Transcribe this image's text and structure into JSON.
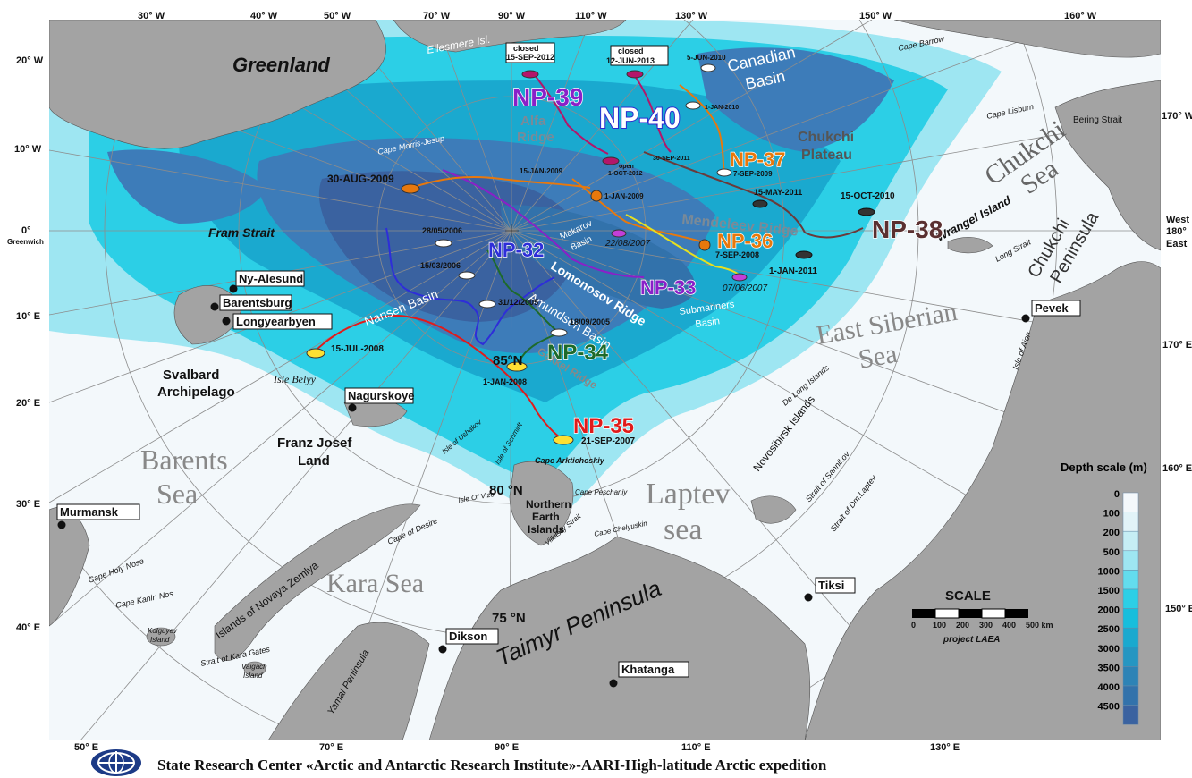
{
  "edge_labels": {
    "top": [
      "30° W",
      "40° W",
      "50° W",
      "70° W",
      "90° W",
      "110° W",
      "130° W",
      "150° W",
      "160° W"
    ],
    "left": [
      "20° W",
      "10° W",
      "0°",
      "Greenwich",
      "10° E",
      "20° E",
      "30° E",
      "40° E"
    ],
    "right": [
      "170° W",
      "West",
      "180°",
      "East",
      "170° E",
      "160° E",
      "150° E"
    ],
    "bottom": [
      "50° E",
      "70° E",
      "90° E",
      "110° E",
      "130° E"
    ]
  },
  "regions": {
    "greenland": "Greenland",
    "ellesmere": "Ellesmere Isl.",
    "canadian_basin_1": "Canadian",
    "canadian_basin_2": "Basin",
    "chukchi_plateau_1": "Chukchi",
    "chukchi_plateau_2": "Plateau",
    "chukchi_sea_1": "Chukchi",
    "chukchi_sea_2": "Sea",
    "chukchi_peninsula_1": "Chukchi",
    "chukchi_peninsula_2": "Peninsula",
    "alfa_ridge_1": "Alfa",
    "alfa_ridge_2": "Ridge",
    "mendeleev_ridge": "Mendeleev Ridge",
    "lomonosov_ridge": "Lomonosov Ridge",
    "amundsen_basin": "Amundsen Basin",
    "nansen_basin": "Nansen Basin",
    "gakkel_ridge": "Gakkel Ridge",
    "makarov_basin_1": "Makarov",
    "makarov_basin_2": "Basin",
    "submariners_basin_1": "Submariners",
    "submariners_basin_2": "Basin",
    "fram_strait": "Fram Strait",
    "svalbard_1": "Svalbard",
    "svalbard_2": "Archipelago",
    "franz_josef_1": "Franz Josef",
    "franz_josef_2": "Land",
    "barents_sea_1": "Barents",
    "barents_sea_2": "Sea",
    "kara_sea": "Kara Sea",
    "laptev_sea_1": "Laptev",
    "laptev_sea_2": "sea",
    "east_siberian_sea_1": "East Siberian",
    "east_siberian_sea_2": "Sea",
    "taimyr": "Taimyr Peninsula",
    "northern_earth_1": "Northern",
    "northern_earth_2": "Earth",
    "northern_earth_3": "Islands",
    "novosibirsk": "Novosibirsk Islands",
    "de_long": "De Long Islands",
    "wrangel": "Wrangel Island",
    "isle_belyy": "Isle Belyy",
    "novaya_zemlya": "Islands of Novaya Zemlya",
    "yamal": "Yamal Peninsula",
    "kolguyev_1": "Kolguyev",
    "kolguyev_2": "Island",
    "vaigach_1": "Vaigach",
    "vaigach_2": "Island",
    "strait_kara_gates": "Strait of Kara Gates",
    "cape_kanin": "Cape Kanin Nos",
    "cape_holy_nose": "Cape Holy Nose",
    "cape_of_desire": "Cape of Desire",
    "cape_arkticheskiy": "Cape Arkticheskiy",
    "cape_peschaniy": "Cape Peschaniy",
    "cape_chelyuskin": "Cape Chelyuskin",
    "vilkitsky": "Vilkitsky Strait",
    "isle_of_vize": "Isle Of Vize",
    "isle_of_ushakov": "Isle of Ushakov",
    "isle_of_schmidt": "Isle of Schmidt",
    "cape_morris_jesup": "Cape Morris-Jesup",
    "cape_barrow": "Cape Barrow",
    "cape_lisburn": "Cape Lisburn",
    "bering_strait": "Bering Strait",
    "long_strait": "Long Strait",
    "isle_of_aion": "Isle of Aion",
    "strait_sannikov": "Strait of Sannikov",
    "strait_laptev": "Strait of Dm.Laptev"
  },
  "cities": {
    "murmansk": "Murmansk",
    "ny_alesund": "Ny-Alesund",
    "barentsburg": "Barentsburg",
    "longyearbyen": "Longyearbyen",
    "nagurskoye": "Nagurskoye",
    "dikson": "Dikson",
    "khatanga": "Khatanga",
    "tiksi": "Tiksi",
    "pevek": "Pevek"
  },
  "latitudes": {
    "lat85": "85°N",
    "lat80": "80 °N",
    "lat75": "75 °N"
  },
  "stations": [
    {
      "name": "NP-32",
      "color": "#2e2ed8"
    },
    {
      "name": "NP-33",
      "color": "#8a20c8"
    },
    {
      "name": "NP-34",
      "color": "#1d6a2a"
    },
    {
      "name": "NP-35",
      "color": "#e01b1b"
    },
    {
      "name": "NP-36",
      "color": "#e8780c"
    },
    {
      "name": "NP-37",
      "color": "#e8780c"
    },
    {
      "name": "NP-38",
      "color": "#5a3030"
    },
    {
      "name": "NP-39",
      "color": "#8a20c8"
    },
    {
      "name": "NP-40",
      "color": "#ffffff"
    }
  ],
  "drift_dates": {
    "d_30aug2009": "30-AUG-2009",
    "d_15jan2009": "15-JAN-2009",
    "d_1jan2009": "1-JAN-2009",
    "d_28052006": "28/05/2006",
    "d_15032006": "15/03/2006",
    "d_31122005": "31/12/2005",
    "d_18092005": "18/09/2005",
    "d_15jul2008": "15-JUL-2008",
    "d_1jan2008": "1-JAN-2008",
    "d_21sep2007": "21-SEP-2007",
    "d_7sep2008": "7-SEP-2008",
    "d_22082007": "22/08/2007",
    "d_07062007": "07/06/2007",
    "d_7sep2009": "7-SEP-2009",
    "d_15may2011": "15-MAY-2011",
    "d_15oct2010": "15-OCT-2010",
    "d_1jan2011": "1-JAN-2011",
    "d_5jun2010": "5-JUN-2010",
    "d_1jan2010": "1-JAN-2010",
    "d_30sep2011": "30-SEP-2011",
    "closed1_a": "closed",
    "closed1_b": "15-SEP-2012",
    "closed2_a": "closed",
    "closed2_b": "12-JUN-2013",
    "open_a": "open",
    "open_b": "1-OCT-2012"
  },
  "depth_scale": {
    "title": "Depth scale (m)",
    "levels": [
      "0",
      "100",
      "200",
      "500",
      "1000",
      "1500",
      "2000",
      "2500",
      "3000",
      "3500",
      "4000",
      "4500"
    ],
    "colors": [
      "#f4f8fb",
      "#e2f3f8",
      "#c6eef5",
      "#9ee6f2",
      "#63dcee",
      "#2ccfe6",
      "#17bedc",
      "#1aa9cf",
      "#2596c2",
      "#2d83b6",
      "#3272ab",
      "#3a62a0"
    ]
  },
  "scale_bar": {
    "title": "SCALE",
    "ticks": [
      "0",
      "100",
      "200",
      "300",
      "400",
      "500 km"
    ],
    "note": "project LAEA"
  },
  "footer": "State Research Center «Arctic and Antarctic Research Institute»-AARI-High-latitude Arctic expedition"
}
